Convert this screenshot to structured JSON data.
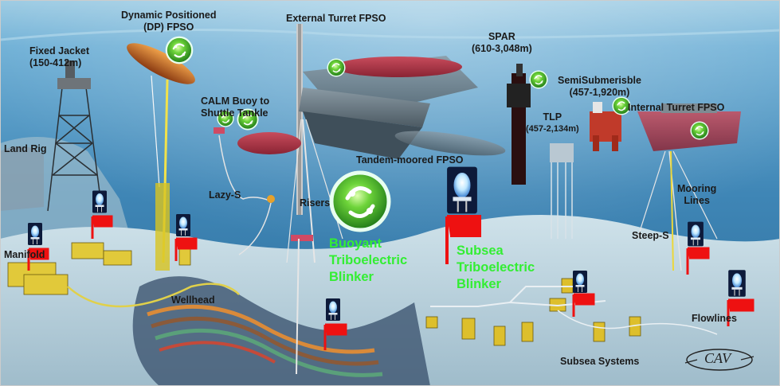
{
  "colors": {
    "sky_top": "#8cc2de",
    "water": "#3f86b6",
    "seabed": "#c6dbe3",
    "label": "#1a1a1a",
    "green_label": "#33ee33",
    "flag": "#ee1111",
    "led_glow": "#bfe8ff"
  },
  "labels": {
    "dp_fpso": [
      "Dynamic Positioned",
      "(DP) FPSO"
    ],
    "external_turret": "External Turret FPSO",
    "fixed_jacket": [
      "Fixed Jacket",
      "(150-412m)"
    ],
    "spar": [
      "SPAR",
      "(610-3,048m)"
    ],
    "semisub": [
      "SemiSubmerisble",
      "(457-1,920m)"
    ],
    "calm_buoy": [
      "CALM Buoy to",
      "Shuttle Tankle"
    ],
    "tlp": [
      "TLP",
      "(457-2,134m)"
    ],
    "internal_turret": "Internal Turret FPSO",
    "land_rig": "Land Rig",
    "tandem": "Tandem-moored FPSO",
    "lazy_s": "Lazy-S",
    "risers": "Risers",
    "mooring": [
      "Mooring",
      "Lines"
    ],
    "steep_s": "Steep-S",
    "manifold": "Manifold",
    "wellhead": "Wellhead",
    "flowlines": "Flowlines",
    "subsea_systems": "Subsea Systems"
  },
  "callouts": {
    "buoyant": [
      "Buoyant",
      "Triboelectric",
      "Blinker"
    ],
    "subsea": [
      "Subsea",
      "Triboelectric",
      "Blinker"
    ]
  },
  "logo": "CAV",
  "icons": {
    "buoyant_blinker": "green-orb-icon",
    "subsea_blinker": "led-flag-icon"
  }
}
